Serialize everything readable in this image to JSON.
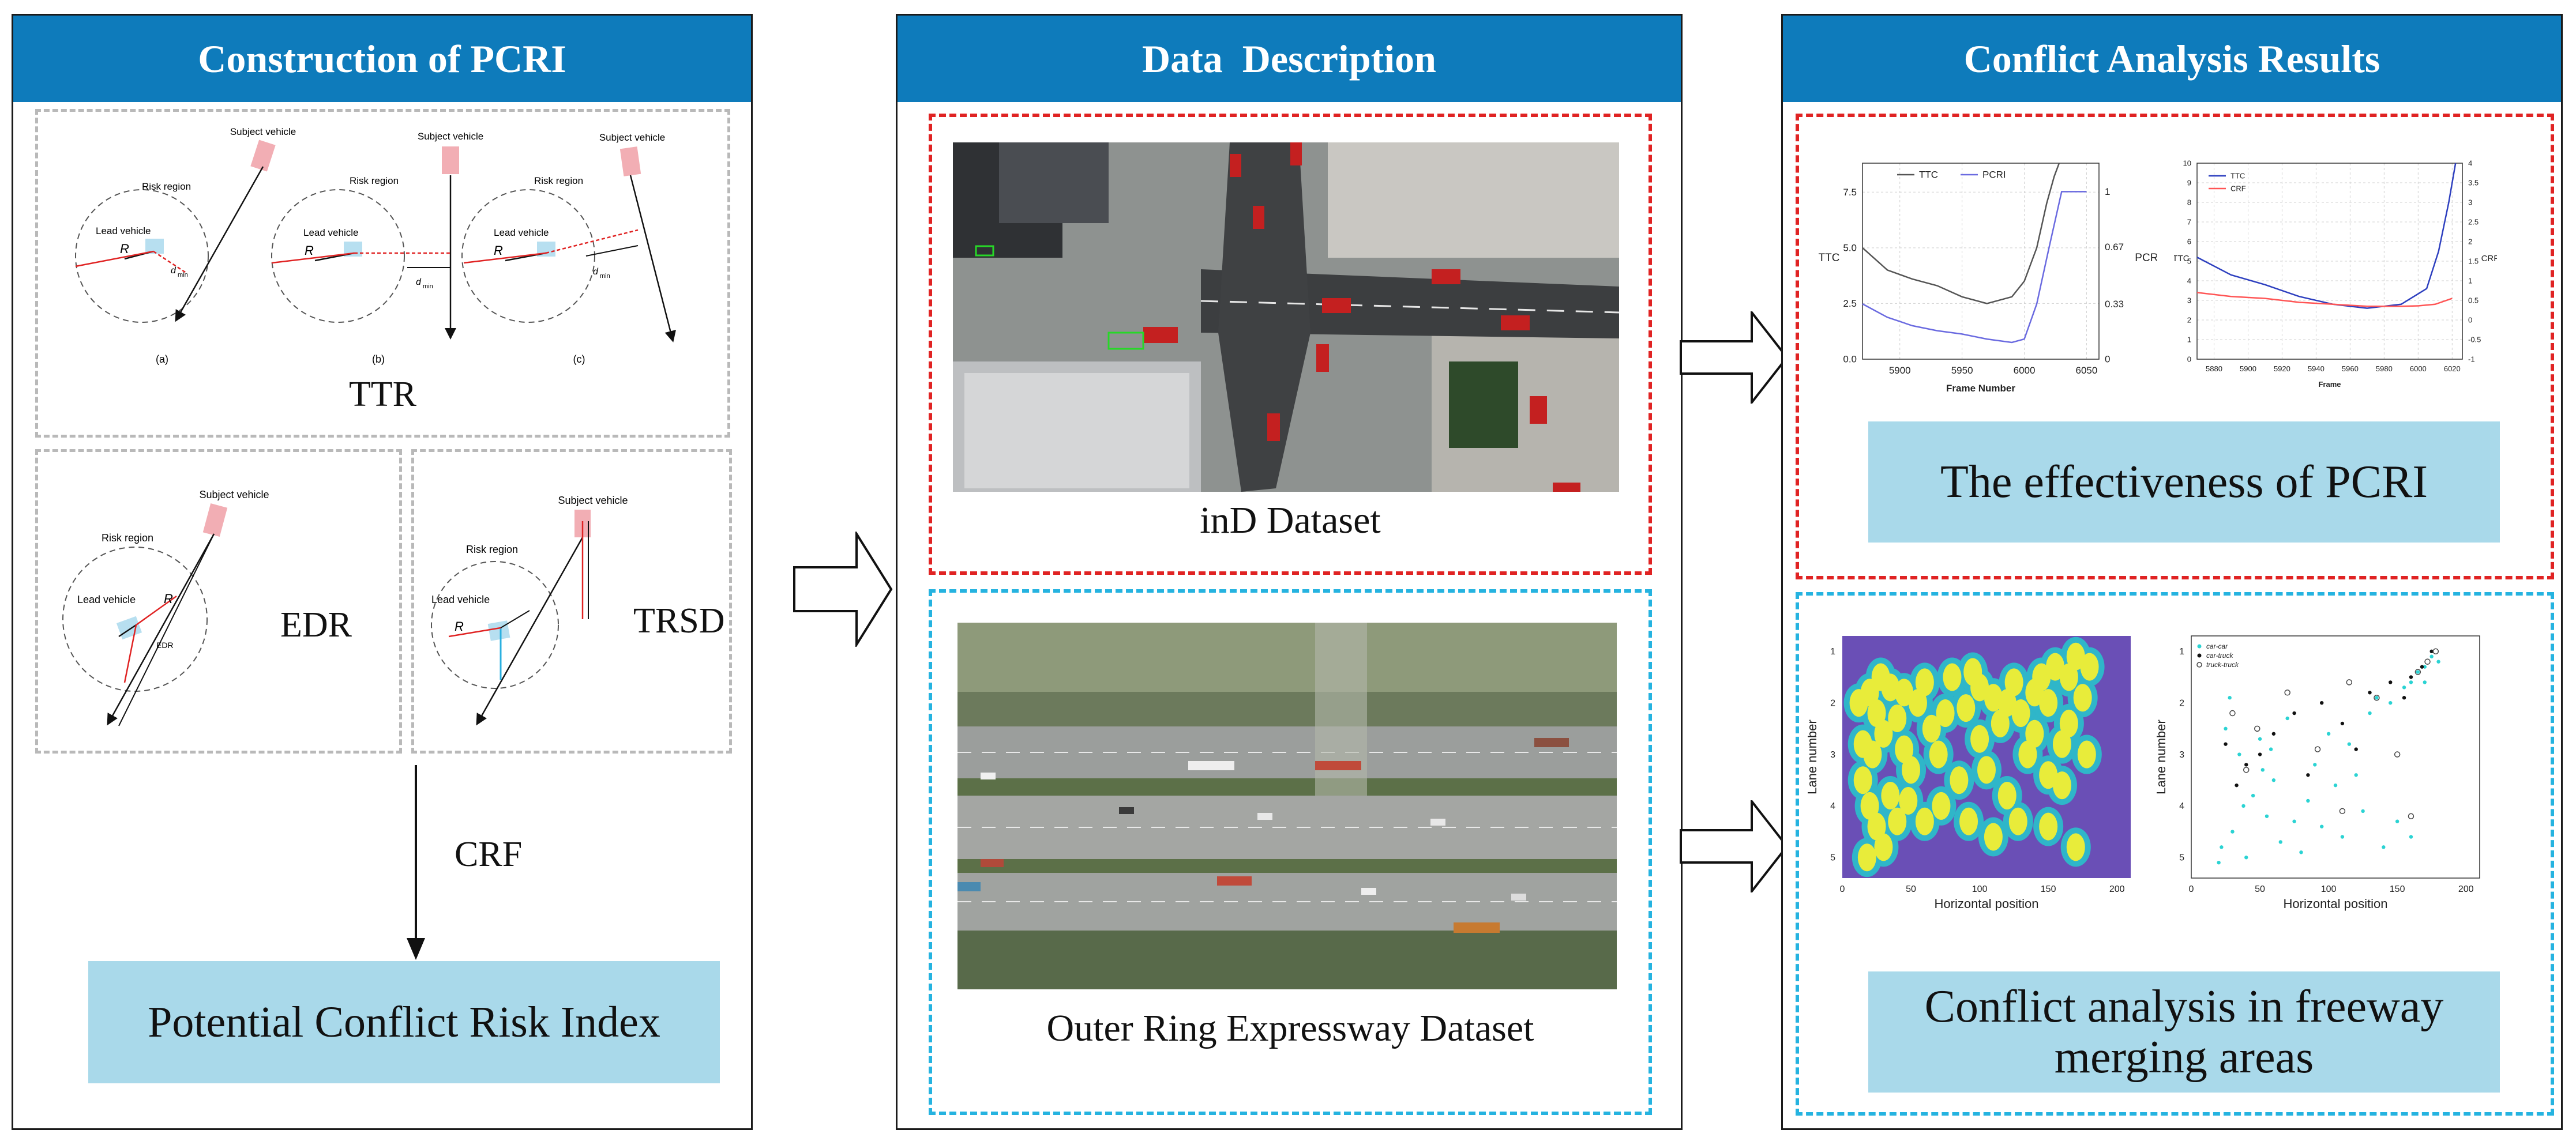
{
  "panels": {
    "construction": {
      "title": "Construction of PCRI",
      "ttr": {
        "subject_vehicle": "Subject vehicle",
        "risk_region": "Risk region",
        "lead_vehicle": "Lead vehicle",
        "r": "R",
        "d_min": "d",
        "d_min_sub": "min",
        "caption_a": "(a)",
        "caption_b": "(b)",
        "caption_c": "(c)",
        "label": "TTR"
      },
      "edr": {
        "subject_vehicle": "Subject vehicle",
        "risk_region": "Risk region",
        "lead_vehicle": "Lead vehicle",
        "r": "R",
        "edr_small": "EDR",
        "label": "EDR"
      },
      "trsd": {
        "subject_vehicle": "Subject vehicle",
        "risk_region": "Risk region",
        "lead_vehicle": "Lead vehicle",
        "r": "R",
        "label": "TRSD"
      },
      "crf_label": "CRF",
      "result_box": "Potential Conflict Risk Index"
    },
    "data": {
      "title": "Data  Description",
      "ind_caption": "inD Dataset",
      "outer_caption": "Outer Ring Expressway Dataset"
    },
    "results": {
      "title": "Conflict Analysis Results",
      "effectiveness_box": "The effectiveness of PCRI",
      "merging_box_line1": "Conflict analysis in freeway",
      "merging_box_line2": "merging areas"
    }
  },
  "chart_data": [
    {
      "type": "line",
      "title": "",
      "xlabel": "Frame Number",
      "ylabel": "TTC",
      "y2label": "PCRI",
      "xlim": [
        5870,
        6060
      ],
      "ylim": [
        0,
        8.8
      ],
      "y2lim": [
        0,
        1.17
      ],
      "x_ticks": [
        5900,
        5950,
        6000,
        6050
      ],
      "y_ticks": [
        0,
        2.5,
        5.0,
        7.5
      ],
      "y2_ticks": [
        "0",
        "0.33",
        "0.67",
        "1"
      ],
      "legend": "top",
      "grid": true,
      "series": [
        {
          "name": "TTC",
          "color": "#555555",
          "x": [
            5870,
            5890,
            5910,
            5930,
            5950,
            5970,
            5990,
            6000,
            6010,
            6018,
            6024,
            6028
          ],
          "y": [
            5.0,
            4.0,
            3.6,
            3.3,
            2.8,
            2.5,
            2.8,
            3.5,
            5.0,
            7.0,
            8.2,
            8.8
          ]
        },
        {
          "name": "PCRI",
          "color": "#6a6ae0",
          "axis": "right",
          "x": [
            5870,
            5890,
            5910,
            5930,
            5950,
            5970,
            5990,
            6000,
            6010,
            6020,
            6030,
            6040,
            6050
          ],
          "y": [
            0.33,
            0.25,
            0.2,
            0.17,
            0.15,
            0.12,
            0.1,
            0.12,
            0.33,
            0.67,
            1.0,
            1.0,
            1.0
          ]
        }
      ]
    },
    {
      "type": "line",
      "title": "",
      "xlabel": "Frame",
      "ylabel": "TTC",
      "y2label": "CRF",
      "xlim": [
        5870,
        6026
      ],
      "ylim": [
        0,
        10
      ],
      "y2lim": [
        -1,
        4
      ],
      "x_ticks": [
        5880,
        5900,
        5920,
        5940,
        5960,
        5980,
        6000,
        6020
      ],
      "y_ticks": [
        0,
        1,
        2,
        3,
        4,
        5,
        6,
        7,
        8,
        9,
        10
      ],
      "y2_ticks": [
        -1,
        -0.5,
        0,
        0.5,
        1,
        1.5,
        2,
        2.5,
        3,
        3.5,
        4
      ],
      "legend": "top-left",
      "grid": true,
      "series": [
        {
          "name": "TTC",
          "color": "#2d3fbf",
          "x": [
            5870,
            5890,
            5910,
            5930,
            5950,
            5970,
            5990,
            6005,
            6012,
            6018,
            6022
          ],
          "y": [
            5.2,
            4.3,
            3.8,
            3.2,
            2.8,
            2.6,
            2.8,
            3.6,
            5.5,
            8.0,
            10.0
          ]
        },
        {
          "name": "CRF",
          "color": "#ff5555",
          "axis": "right",
          "x": [
            5870,
            5890,
            5910,
            5930,
            5950,
            5970,
            5990,
            6000,
            6010,
            6020
          ],
          "y": [
            0.7,
            0.6,
            0.55,
            0.45,
            0.4,
            0.35,
            0.35,
            0.36,
            0.4,
            0.55
          ]
        }
      ]
    },
    {
      "type": "heatmap",
      "title": "",
      "xlabel": "Horizontal position",
      "ylabel": "Lane number",
      "xlim": [
        0,
        210
      ],
      "ylim": [
        0.7,
        5.4
      ],
      "x_ticks": [
        0,
        50,
        100,
        150,
        200
      ],
      "y_ticks": [
        1,
        2,
        3,
        4,
        5
      ],
      "background": "#6a4fb6",
      "points": [
        [
          20,
          1.8
        ],
        [
          25,
          2.2
        ],
        [
          30,
          2.6
        ],
        [
          35,
          1.7
        ],
        [
          40,
          2.3
        ],
        [
          45,
          2.9
        ],
        [
          50,
          3.3
        ],
        [
          55,
          2.0
        ],
        [
          60,
          1.6
        ],
        [
          65,
          2.5
        ],
        [
          70,
          3.0
        ],
        [
          75,
          2.2
        ],
        [
          80,
          1.5
        ],
        [
          85,
          3.5
        ],
        [
          90,
          2.1
        ],
        [
          95,
          1.4
        ],
        [
          100,
          2.7
        ],
        [
          105,
          3.3
        ],
        [
          110,
          1.9
        ],
        [
          115,
          2.4
        ],
        [
          120,
          3.8
        ],
        [
          125,
          1.6
        ],
        [
          130,
          2.2
        ],
        [
          135,
          3.0
        ],
        [
          140,
          2.6
        ],
        [
          145,
          1.5
        ],
        [
          150,
          2.0
        ],
        [
          155,
          1.3
        ],
        [
          160,
          2.8
        ],
        [
          165,
          1.5
        ],
        [
          170,
          1.1
        ],
        [
          175,
          1.9
        ],
        [
          180,
          1.3
        ],
        [
          15,
          3.5
        ],
        [
          20,
          4.0
        ],
        [
          25,
          4.4
        ],
        [
          30,
          4.8
        ],
        [
          18,
          5.0
        ],
        [
          35,
          3.8
        ],
        [
          40,
          4.3
        ],
        [
          48,
          3.9
        ],
        [
          60,
          4.3
        ],
        [
          72,
          4.0
        ],
        [
          92,
          4.3
        ],
        [
          110,
          4.6
        ],
        [
          128,
          4.3
        ],
        [
          150,
          4.4
        ],
        [
          160,
          3.6
        ],
        [
          170,
          4.8
        ],
        [
          178,
          3.0
        ],
        [
          12,
          2.0
        ],
        [
          15,
          2.8
        ],
        [
          22,
          3.0
        ],
        [
          28,
          1.5
        ],
        [
          45,
          1.8
        ],
        [
          150,
          3.4
        ],
        [
          165,
          2.4
        ],
        [
          140,
          1.8
        ],
        [
          120,
          2.0
        ],
        [
          100,
          1.7
        ]
      ]
    },
    {
      "type": "scatter",
      "title": "",
      "xlabel": "Horizontal position",
      "ylabel": "Lane number",
      "xlim": [
        0,
        210
      ],
      "ylim": [
        0.7,
        5.4
      ],
      "x_ticks": [
        0,
        50,
        100,
        150,
        200
      ],
      "y_ticks": [
        1,
        2,
        3,
        4,
        5
      ],
      "legend": "top-left",
      "series": [
        {
          "name": "car-car",
          "color": "#2bd3d3",
          "marker": "dot",
          "x": [
            22,
            30,
            40,
            55,
            65,
            80,
            95,
            110,
            125,
            140,
            150,
            160,
            170,
            175,
            25,
            35,
            50,
            70,
            90,
            115,
            135,
            155,
            165,
            45,
            60,
            85,
            105,
            130,
            20,
            38,
            52,
            75,
            100,
            145,
            170,
            180,
            28,
            58,
            120,
            160
          ],
          "y": [
            4.8,
            4.5,
            5.0,
            4.2,
            4.7,
            4.9,
            4.4,
            4.6,
            4.1,
            4.8,
            4.3,
            1.6,
            1.3,
            1.1,
            2.5,
            3.0,
            2.7,
            2.3,
            3.2,
            2.8,
            1.9,
            1.7,
            1.4,
            3.8,
            3.5,
            3.9,
            3.6,
            2.2,
            5.1,
            4.0,
            3.3,
            4.3,
            2.6,
            2.0,
            1.6,
            1.2,
            1.9,
            2.9,
            3.4,
            4.6
          ]
        },
        {
          "name": "car-truck",
          "color": "#111111",
          "marker": "dot",
          "x": [
            25,
            40,
            60,
            75,
            95,
            110,
            130,
            145,
            160,
            168,
            175,
            33,
            50,
            85,
            120,
            155
          ],
          "y": [
            2.8,
            3.2,
            2.6,
            2.2,
            2.0,
            2.4,
            1.8,
            1.6,
            1.5,
            1.3,
            1.0,
            3.6,
            3.0,
            3.4,
            2.9,
            1.9
          ]
        },
        {
          "name": "truck-truck",
          "color": "#444444",
          "marker": "circle",
          "x": [
            30,
            48,
            70,
            92,
            115,
            135,
            150,
            165,
            172,
            178,
            40,
            110,
            160
          ],
          "y": [
            2.2,
            2.5,
            1.8,
            2.9,
            1.6,
            1.9,
            3.0,
            1.4,
            1.2,
            1.0,
            3.3,
            4.1,
            4.2
          ]
        }
      ]
    }
  ]
}
